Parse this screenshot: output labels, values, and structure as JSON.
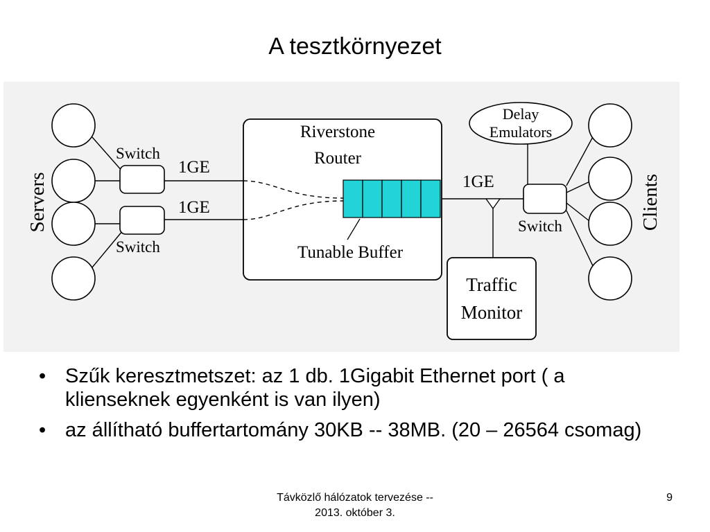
{
  "slide": {
    "title": "A tesztkörnyezet",
    "page_number": "9"
  },
  "diagram": {
    "servers_label": "Servers",
    "clients_label": "Clients",
    "switch_top_label": "Switch",
    "switch_bottom_label": "Switch",
    "switch_right_label": "Switch",
    "link_top_label": "1GE",
    "link_bottom_label": "1GE",
    "link_right_label": "1GE",
    "router_line1": "Riverstone",
    "router_line2": "Router",
    "buffer_label": "Tunable Buffer",
    "delay_line1": "Delay",
    "delay_line2": "Emulators",
    "monitor_line1": "Traffic",
    "monitor_line2": "Monitor",
    "colors": {
      "buffer_fill": "#22d3d8",
      "panel_background": "#f2f2f2"
    }
  },
  "bullets": [
    {
      "text": "Szűk keresztmetszet: az 1 db. 1Gigabit Ethernet port ( a klienseknek egyenként is van ilyen)"
    },
    {
      "text": "az állítható buffertartomány 30KB -- 38MB. (20 – 26564 csomag)"
    }
  ],
  "footer": {
    "line1": "Távközlő hálózatok tervezése --",
    "line2": "2013. október 3."
  }
}
